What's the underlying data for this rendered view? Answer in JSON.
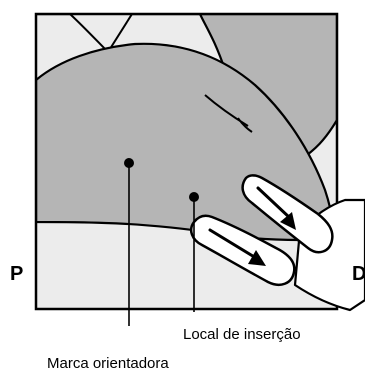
{
  "labels": {
    "proximal": "P",
    "distal": "D",
    "insertion_site": "Local de inserção",
    "landmark": "Marca orientadora"
  },
  "colors": {
    "arm_fill": "#b5b5b5",
    "background_fill": "#ececec",
    "hand_fill": "#ffffff",
    "outline": "#000000"
  }
}
